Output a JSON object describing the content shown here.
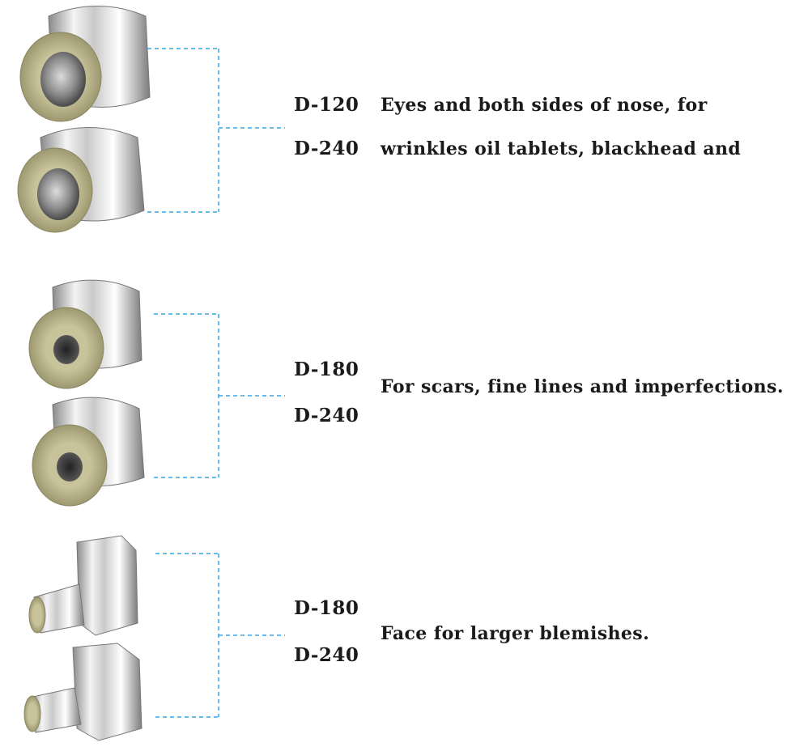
{
  "groups": [
    {
      "codes": [
        "D-120",
        "D-240"
      ],
      "description_lines": [
        "Eyes and both sides of nose, for",
        "wrinkles oil tablets, blackhead and"
      ]
    },
    {
      "codes": [
        "D-180",
        "D-240"
      ],
      "description_lines": [
        "For scars, fine lines and imperfections."
      ]
    },
    {
      "codes": [
        "D-180",
        "D-240"
      ],
      "description_lines": [
        "Face for larger blemishes."
      ]
    }
  ],
  "colors": {
    "bracket": "#3aa3e3",
    "text": "#1a1a1a",
    "chrome": "#d8d8d8",
    "diamond": "#b9b48a"
  }
}
